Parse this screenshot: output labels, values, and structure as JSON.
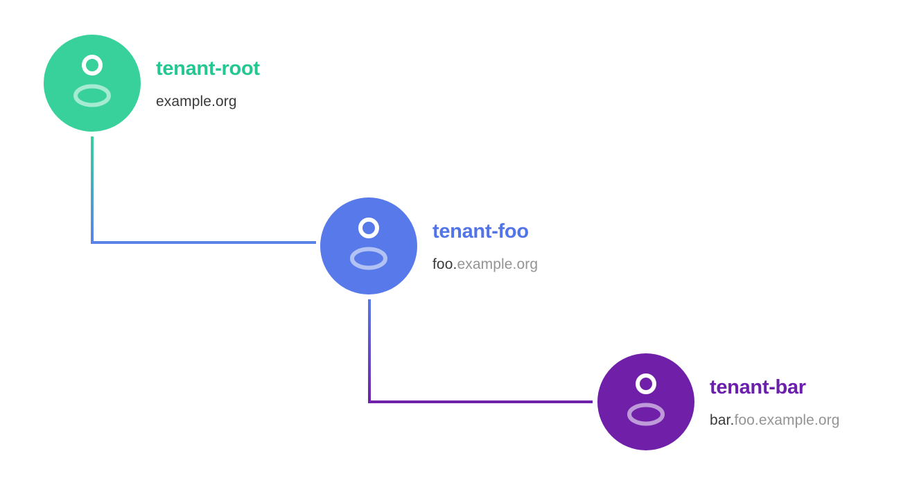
{
  "diagram": {
    "description": "tenant hierarchy tree",
    "background_color": "#ffffff",
    "nodes": [
      {
        "name": "tenant-root",
        "title": "tenant-root",
        "domain_prefix": "example.org",
        "domain_rest": "",
        "circle_color": "#38d19c",
        "title_color": "#23c792",
        "icon": "person-icon"
      },
      {
        "name": "tenant-foo",
        "title": "tenant-foo",
        "domain_prefix": "foo.",
        "domain_rest": "example.org",
        "circle_color": "#5779e9",
        "title_color": "#5174e8",
        "icon": "person-icon"
      },
      {
        "name": "tenant-bar",
        "title": "tenant-bar",
        "domain_prefix": "bar.",
        "domain_rest": "foo.example.org",
        "circle_color": "#701fa9",
        "title_color": "#6c1fad",
        "icon": "person-icon"
      }
    ],
    "connectors": [
      {
        "from": "tenant-root",
        "to": "tenant-foo",
        "color_start": "#38cf9d",
        "color_end": "#5a82e8"
      },
      {
        "from": "tenant-foo",
        "to": "tenant-bar",
        "color_start": "#5779e9",
        "color_end": "#7021a9"
      }
    ],
    "text_colors": {
      "domain_prefix": "#3a3a3a",
      "domain_rest": "#949494"
    }
  }
}
